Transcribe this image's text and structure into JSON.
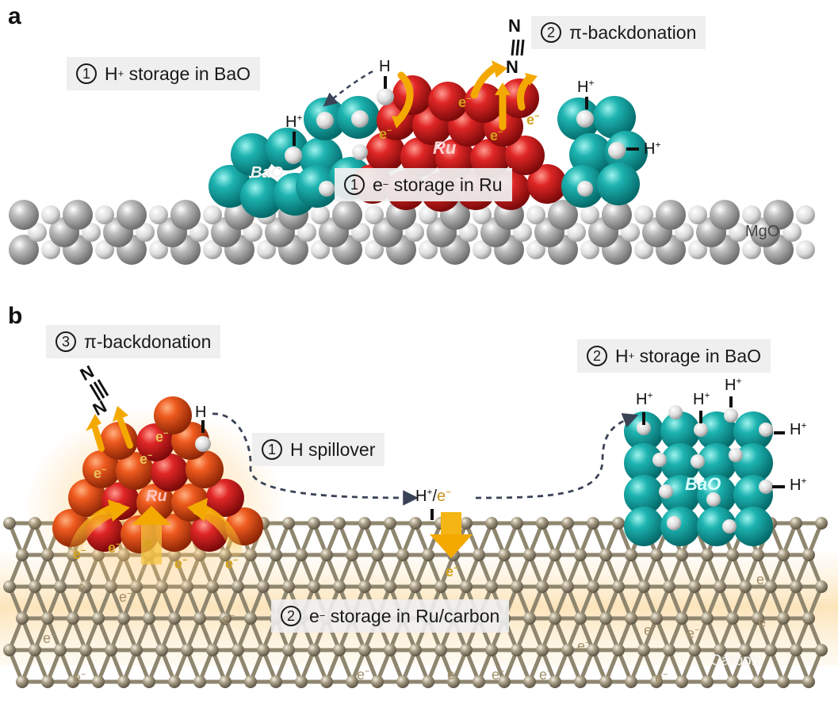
{
  "panels": {
    "a": "a",
    "b": "b"
  },
  "panel_a": {
    "callout_h_storage": {
      "num": "1",
      "pre": "H",
      "sup": "+",
      "post": " storage in BaO"
    },
    "callout_backdonation": {
      "num": "2",
      "text": "π-backdonation"
    },
    "callout_e_storage": {
      "num": "1",
      "pre": "e",
      "sup": "−",
      "post": " storage in Ru"
    },
    "label_ru": "Ru",
    "label_bao": "BaO",
    "label_mgo": "MgO",
    "label_h": "H",
    "label_hplus": {
      "base": "H",
      "sup": "+"
    },
    "label_e": {
      "base": "e",
      "sup": "−"
    },
    "n_symbol": "N"
  },
  "panel_b": {
    "callout_backdonation": {
      "num": "3",
      "text": "π-backdonation"
    },
    "callout_h_storage": {
      "num": "2",
      "pre": "H",
      "sup": "+",
      "post": " storage in BaO"
    },
    "callout_spillover": {
      "num": "1",
      "text": "H spillover"
    },
    "callout_e_storage": {
      "num": "2",
      "pre": "e",
      "sup": "−",
      "post": " storage in Ru/carbon"
    },
    "label_ru": "Ru",
    "label_bao": "BaO",
    "label_carbon": "Carbon",
    "label_h": "H",
    "label_hplus_e": {
      "h": "H",
      "hsup": "+",
      "sep": "/",
      "e": "e",
      "esup": "−"
    },
    "label_hplus": {
      "base": "H",
      "sup": "+"
    },
    "label_e": {
      "base": "e",
      "sup": "−"
    },
    "n_symbol": "N"
  },
  "colors": {
    "ru_red": "#d81e1e",
    "ru_orange": "#e9501c",
    "bao_teal": "#17a7a5",
    "mgo_gray": "#9c9c9c",
    "carbon_brown": "#a39880",
    "electron_gold": "#f2b20f",
    "arrow_dash": "#3a4356"
  }
}
